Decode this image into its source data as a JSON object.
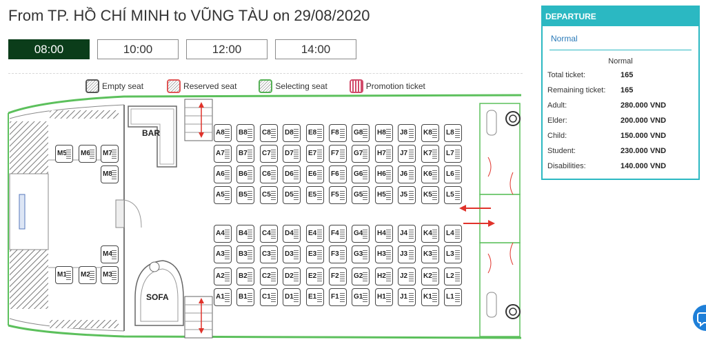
{
  "route": {
    "title": "From TP. HỒ CHÍ MINH to VŨNG TÀU on 29/08/2020"
  },
  "times": [
    {
      "label": "08:00",
      "active": true
    },
    {
      "label": "10:00",
      "active": false
    },
    {
      "label": "12:00",
      "active": false
    },
    {
      "label": "14:00",
      "active": false
    }
  ],
  "legend": {
    "empty": "Empty seat",
    "reserved": "Reserved seat",
    "selecting": "Selecting seat",
    "promo": "Promotion ticket"
  },
  "areas": {
    "bar": "BAR",
    "sofa": "SOFA"
  },
  "seats": {
    "columns": [
      "A",
      "B",
      "C",
      "D",
      "E",
      "F",
      "G",
      "H",
      "J",
      "K",
      "L"
    ],
    "upper_rows": [
      8,
      7,
      6,
      5
    ],
    "lower_rows": [
      4,
      3,
      2,
      1
    ],
    "vip_top": [
      "M5",
      "M6",
      "M7",
      "M8"
    ],
    "vip_bottom": [
      "M4",
      "M1",
      "M2",
      "M3"
    ]
  },
  "side_panel": {
    "header": "DEPARTURE",
    "tab": "Normal",
    "subtitle": "Normal",
    "rows": [
      {
        "label": "Total ticket:",
        "value": "165"
      },
      {
        "label": "Remaining ticket:",
        "value": "165"
      },
      {
        "label": "Adult:",
        "value": "280.000 VND"
      },
      {
        "label": "Elder:",
        "value": "200.000 VND"
      },
      {
        "label": "Child:",
        "value": "150.000 VND"
      },
      {
        "label": "Student:",
        "value": "230.000 VND"
      },
      {
        "label": "Disabilities:",
        "value": "140.000 VND"
      }
    ]
  },
  "colors": {
    "active_time": "#0b3d1a",
    "panel_accent": "#2bb8c2",
    "hull_green": "#5cc05c",
    "arrow_red": "#e0332b",
    "reserved": "#e05555",
    "selecting": "#55b055",
    "promo": "#d14b6a",
    "chat": "#1e7fd8"
  },
  "icons": [
    "chat-icon",
    "toilet-icon",
    "exit-arrow-icon"
  ]
}
